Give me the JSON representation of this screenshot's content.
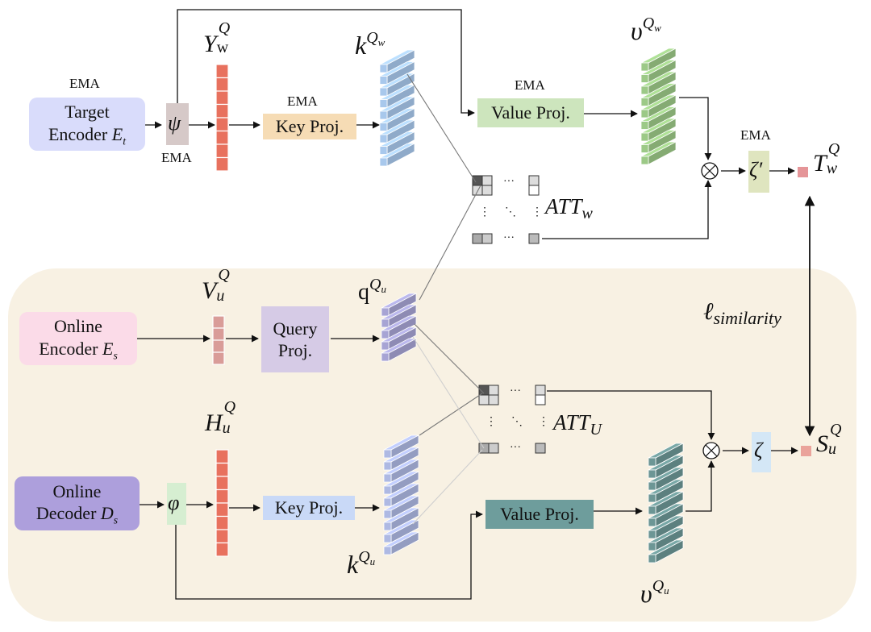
{
  "ema_label": "EMA",
  "target_encoder": {
    "line1": "Target",
    "line2": "Encoder",
    "symbol": "E",
    "sub": "t"
  },
  "online_encoder": {
    "line1": "Online",
    "line2": "Encoder",
    "symbol": "E",
    "sub": "s"
  },
  "online_decoder": {
    "line1": "Online",
    "line2": "Decoder",
    "symbol": "D",
    "sub": "s"
  },
  "psi": "ψ",
  "phi": "φ",
  "zeta_prime": "ζ′",
  "zeta": "ζ",
  "otimes": "⊗",
  "key_proj": "Key Proj.",
  "value_proj": "Value Proj.",
  "query_proj_line1": "Query",
  "query_proj_line2": "Proj.",
  "Y": {
    "base": "Y",
    "sup": "Q",
    "sub": "w"
  },
  "V": {
    "base": "V",
    "sup": "Q",
    "sub": "u"
  },
  "H": {
    "base": "H",
    "sup": "Q",
    "sub": "u"
  },
  "k_w": {
    "base": "k",
    "sup": "Q",
    "supsub": "w"
  },
  "v_w": {
    "base": "υ",
    "sup": "Q",
    "supsub": "w"
  },
  "q_u": {
    "base": "q",
    "sup": "Q",
    "supsub": "u"
  },
  "k_u": {
    "base": "k",
    "sup": "Q",
    "supsub": "u"
  },
  "v_u": {
    "base": "υ",
    "sup": "Q",
    "supsub": "u"
  },
  "att_w": {
    "base": "ATT",
    "sub": "w"
  },
  "att_u": {
    "base": "ATT",
    "sub": "U"
  },
  "T": {
    "base": "T",
    "sup": "Q",
    "sub": "w"
  },
  "S": {
    "base": "S",
    "sup": "Q",
    "sub": "u"
  },
  "similarity": {
    "base": "ℓ",
    "sub": "similarity"
  },
  "ellipsis_h": "···",
  "ellipsis_v": "⋮",
  "ellipsis_d": "⋱",
  "colors": {
    "online_bg": "#f8f1e3",
    "target_box": "#d9dcfb",
    "online_enc_box": "#fbdbe8",
    "online_dec_box": "#ad9fdc",
    "key_proj_top": "#f6dcb5",
    "key_proj_bottom": "#c9d9f7",
    "value_proj_top": "#cde5bd",
    "value_proj_bottom": "#6e9d9c",
    "query_proj": "#d6cbe6",
    "psi_box": "#d6c9c8",
    "phi_box": "#d6eed1",
    "zeta_prime_box": "#dfe5bf",
    "zeta_box": "#d4e7f6",
    "stack_red": "#e8715e",
    "stack_pink": "#d99c98",
    "cube_blue": "#a8c8ec",
    "cube_green": "#9cc987",
    "cube_purple": "#a7a4d4",
    "cube_lightblue": "#aeb9e3",
    "cube_teal": "#6c9695"
  }
}
